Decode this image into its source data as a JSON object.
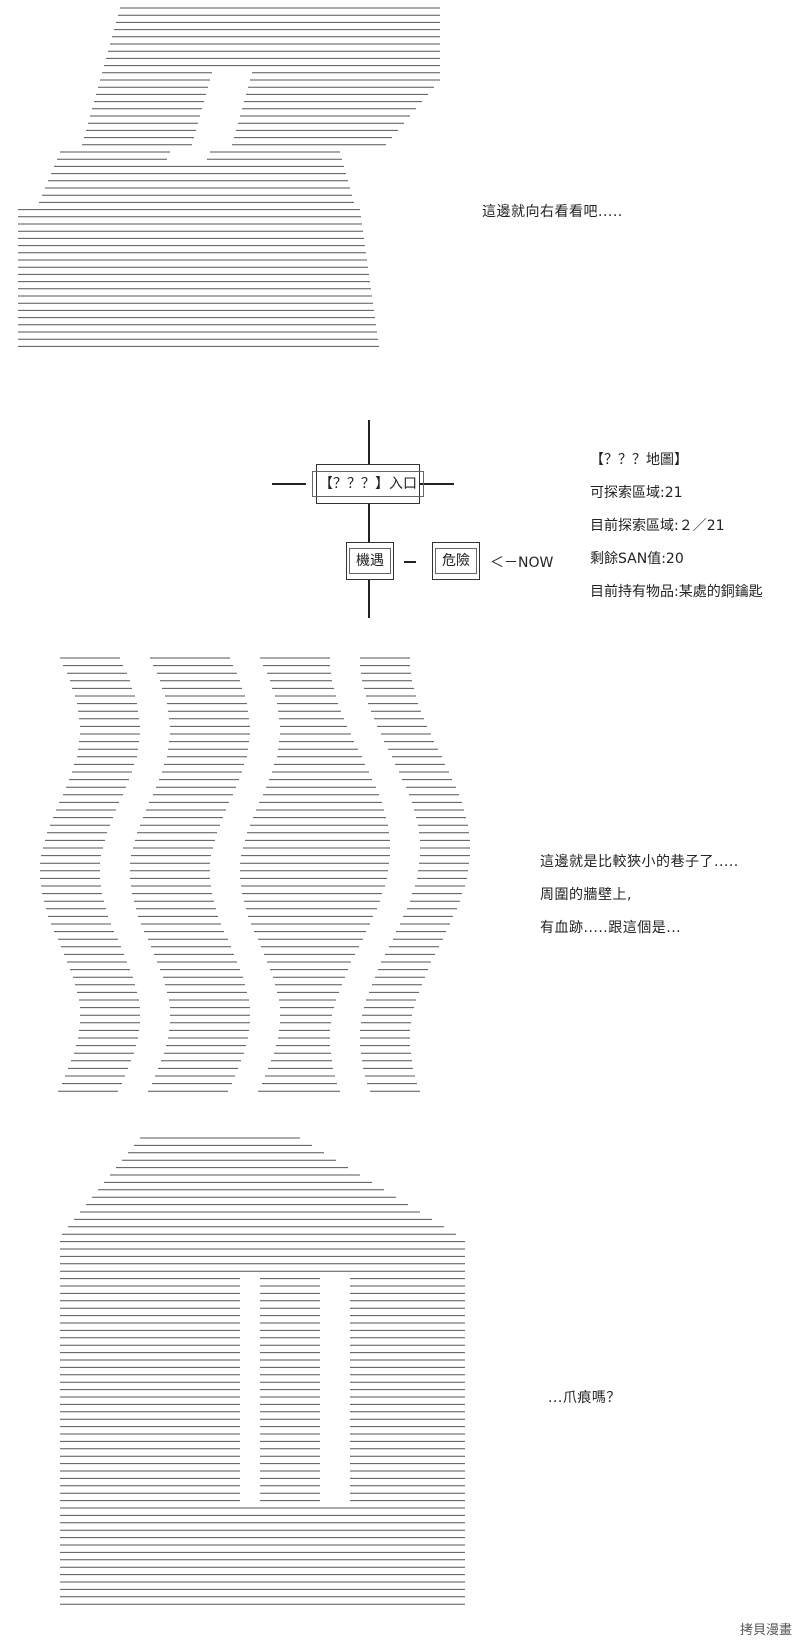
{
  "panel1": {
    "narration": "這邊就向右看看吧....."
  },
  "map": {
    "entrance": "【？？？】入口",
    "opportunity": "機遇",
    "danger": "危險",
    "now_marker": "＜－NOW",
    "stats": {
      "title": "【？？？地圖】",
      "explorable": "可探索區域:21",
      "explored": "目前探索區域:２／21",
      "san": "剩餘SAN值:20",
      "items": "目前持有物品:某處的銅鑰匙"
    }
  },
  "panel3": {
    "lines": [
      "這邊就是比較狹小的巷子了.....",
      "周圍的牆壁上,",
      "有血跡.....跟這個是..."
    ]
  },
  "panel4": {
    "narration": "...爪痕嗎？"
  },
  "watermark": "拷貝漫畫"
}
